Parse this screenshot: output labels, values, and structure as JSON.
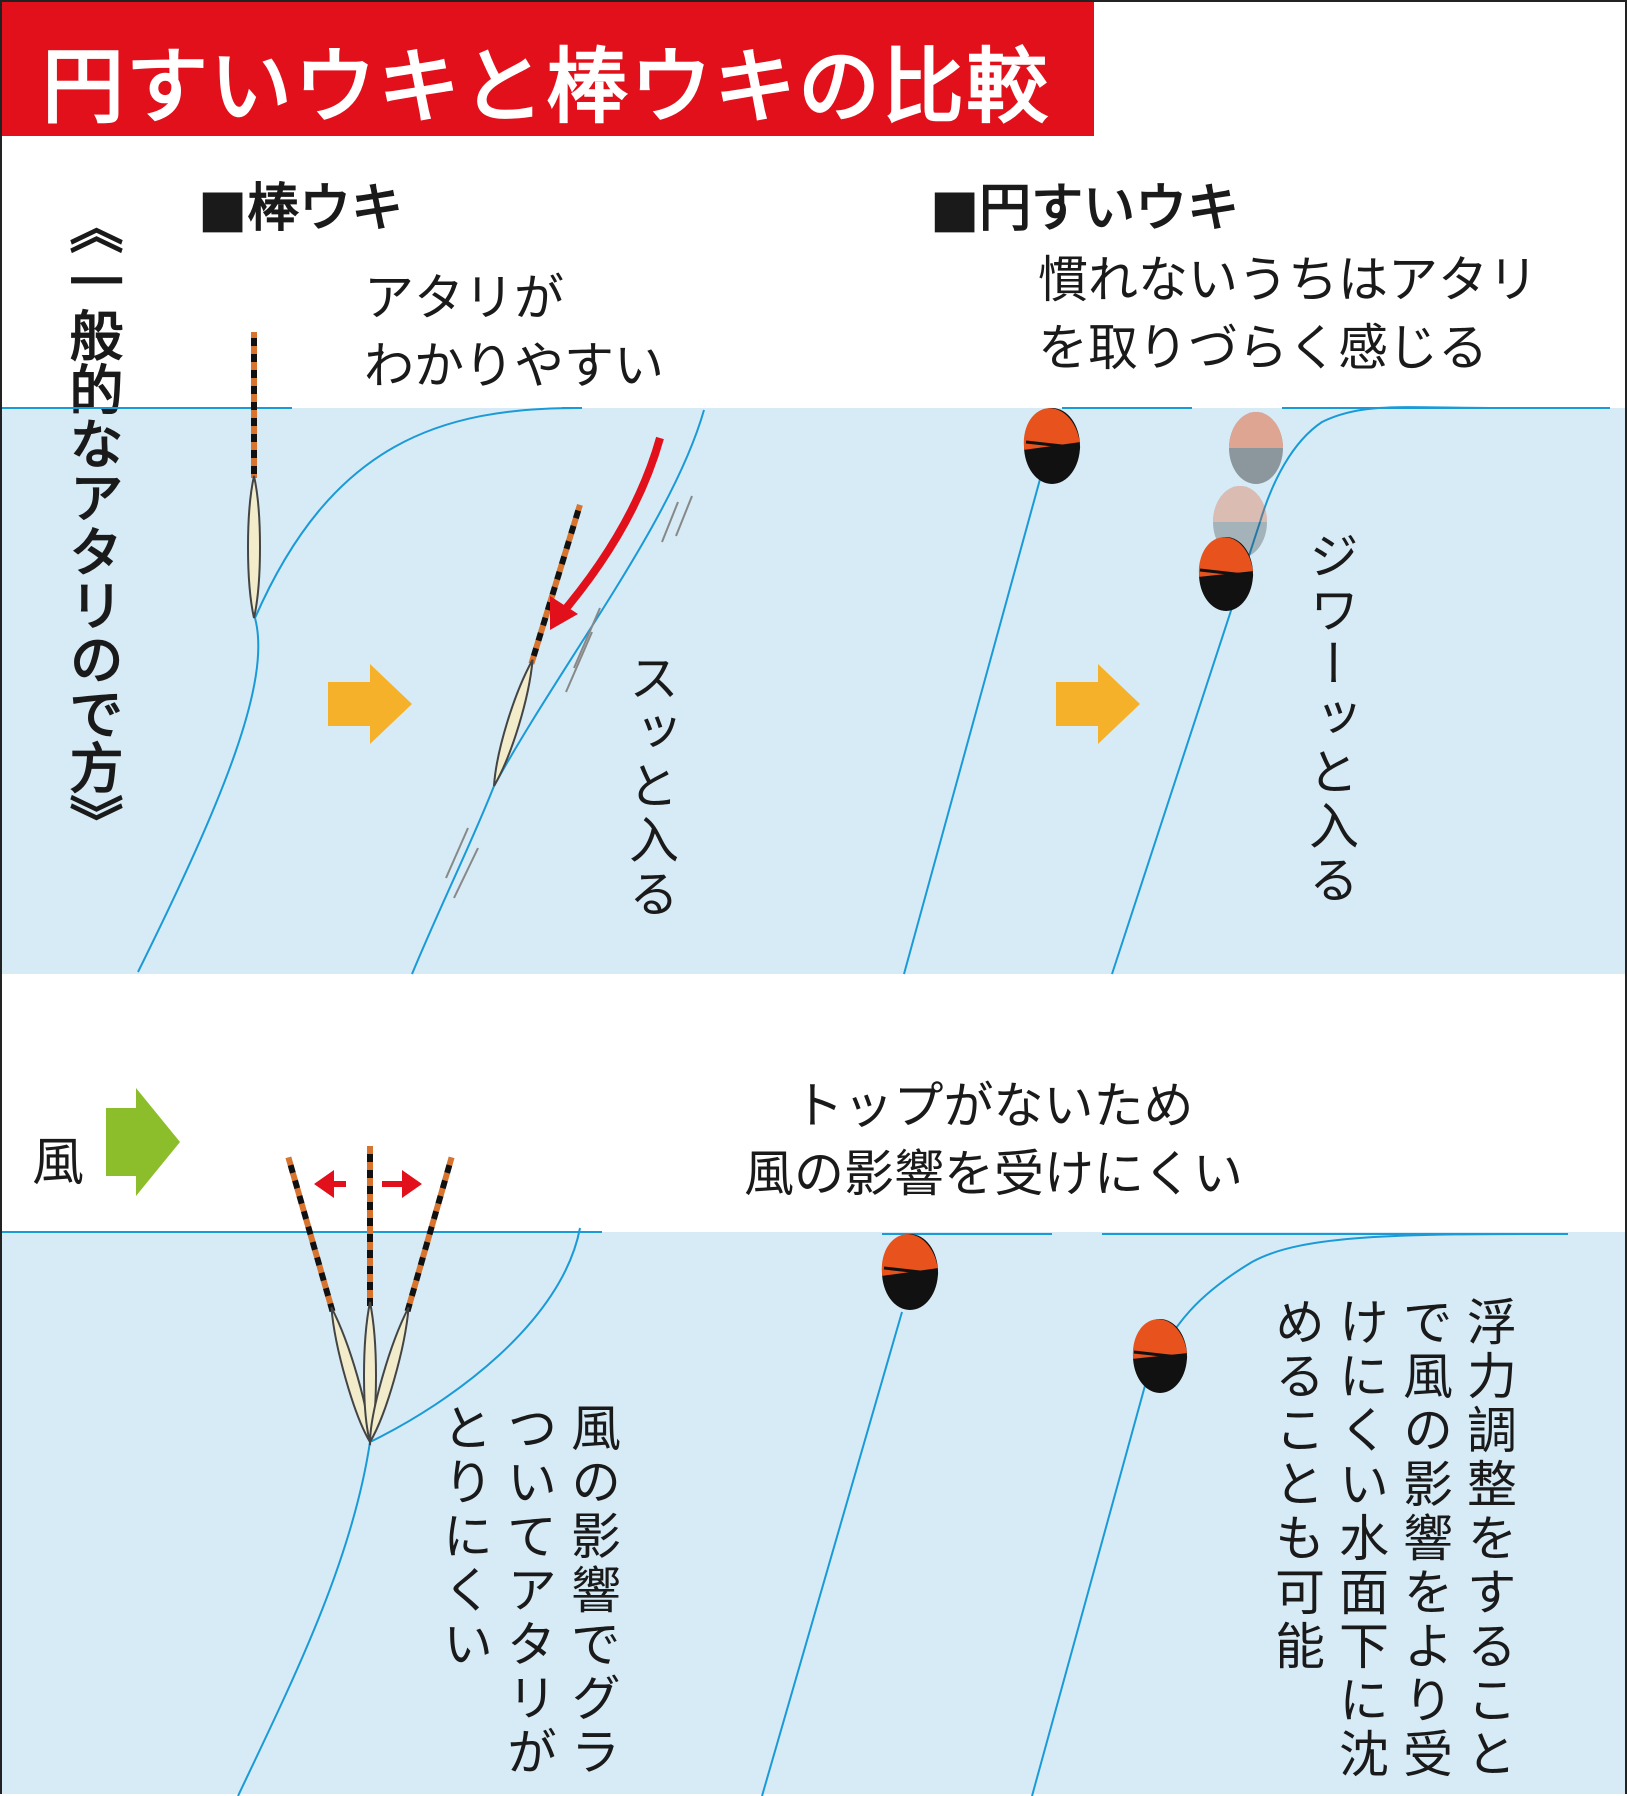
{
  "title": "円すいウキと棒ウキの比較",
  "side_label": "《一般的なアタリので方》",
  "sections": {
    "stick_float": {
      "heading": "■棒ウキ"
    },
    "cone_float": {
      "heading": "■円すいウキ"
    }
  },
  "captions": {
    "stick_easy": "アタリが\nわかりやすい",
    "stick_sink": "スッと入る",
    "cone_hard": "慣れないうちはアタリ\nを取りづらく感じる",
    "cone_sink": "ジワーッと入る",
    "wind_label": "風",
    "cone_wind": "トップがないため\n風の影響を受けにくい",
    "stick_wind": "風の影響でグラ\nついてアタリが\nとりにくい",
    "cone_adjust": "浮力調整をすること\nで風の影響をより受\nけにくい水面下に沈\nめることも可能"
  },
  "colors": {
    "title_bg": "#e1101b",
    "water": "#d6ebf6",
    "line": "#1a9ad6",
    "arrow_orange": "#f6b12a",
    "arrow_green": "#8cbd2a",
    "arrow_red": "#e1101b",
    "float_top": "#e8521c",
    "float_body": "#111111"
  },
  "icons": [
    "right-arrow-icon",
    "wind-arrow-icon",
    "sink-arrow-icon",
    "sway-arrows-icon"
  ]
}
